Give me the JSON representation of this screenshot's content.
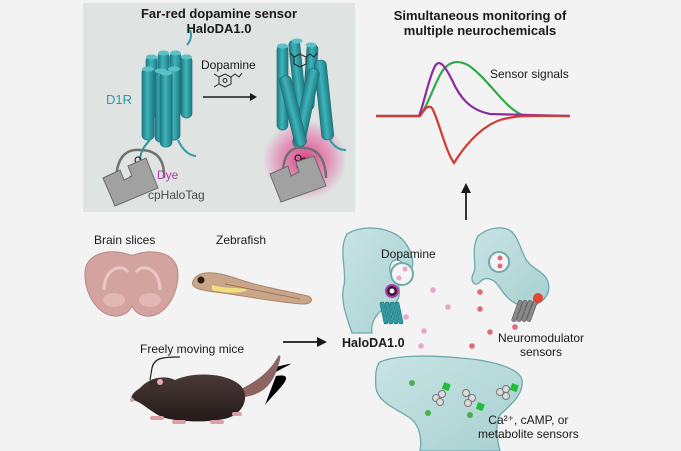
{
  "sensor_panel": {
    "title_line1": "Far-red dopamine sensor",
    "title_line2": "HaloDA1.0",
    "receptor_label": "D1R",
    "ligand_label": "Dopamine",
    "dye_label": "Dye",
    "tag_label": "cpHaloTag"
  },
  "signals_panel": {
    "title_line1": "Simultaneous monitoring of",
    "title_line2": "multiple neurochemicals",
    "legend_label": "Sensor signals",
    "traces": [
      {
        "name": "purple",
        "color": "#8e2aa0"
      },
      {
        "name": "green",
        "color": "#2fa84a"
      },
      {
        "name": "red",
        "color": "#d23a32"
      }
    ]
  },
  "models": {
    "brain_label": "Brain slices",
    "zebrafish_label": "Zebrafish",
    "mice_label": "Freely moving mice"
  },
  "synapse": {
    "dopamine_label": "Dopamine",
    "sensor_label": "HaloDA1.0",
    "neuromodulator_line1": "Neuromodulator",
    "neuromodulator_line2": "sensors",
    "intracellular_line1": "Ca²⁺, cAMP, or",
    "intracellular_line2": "metabolite sensors"
  },
  "colors": {
    "receptor": "#2e9aa3",
    "dye": "#b03aa8",
    "glow": "#d6337f",
    "cell": "#bcdcdc",
    "cell_border": "#6fa9ab",
    "tag": "#9d9d9d"
  }
}
